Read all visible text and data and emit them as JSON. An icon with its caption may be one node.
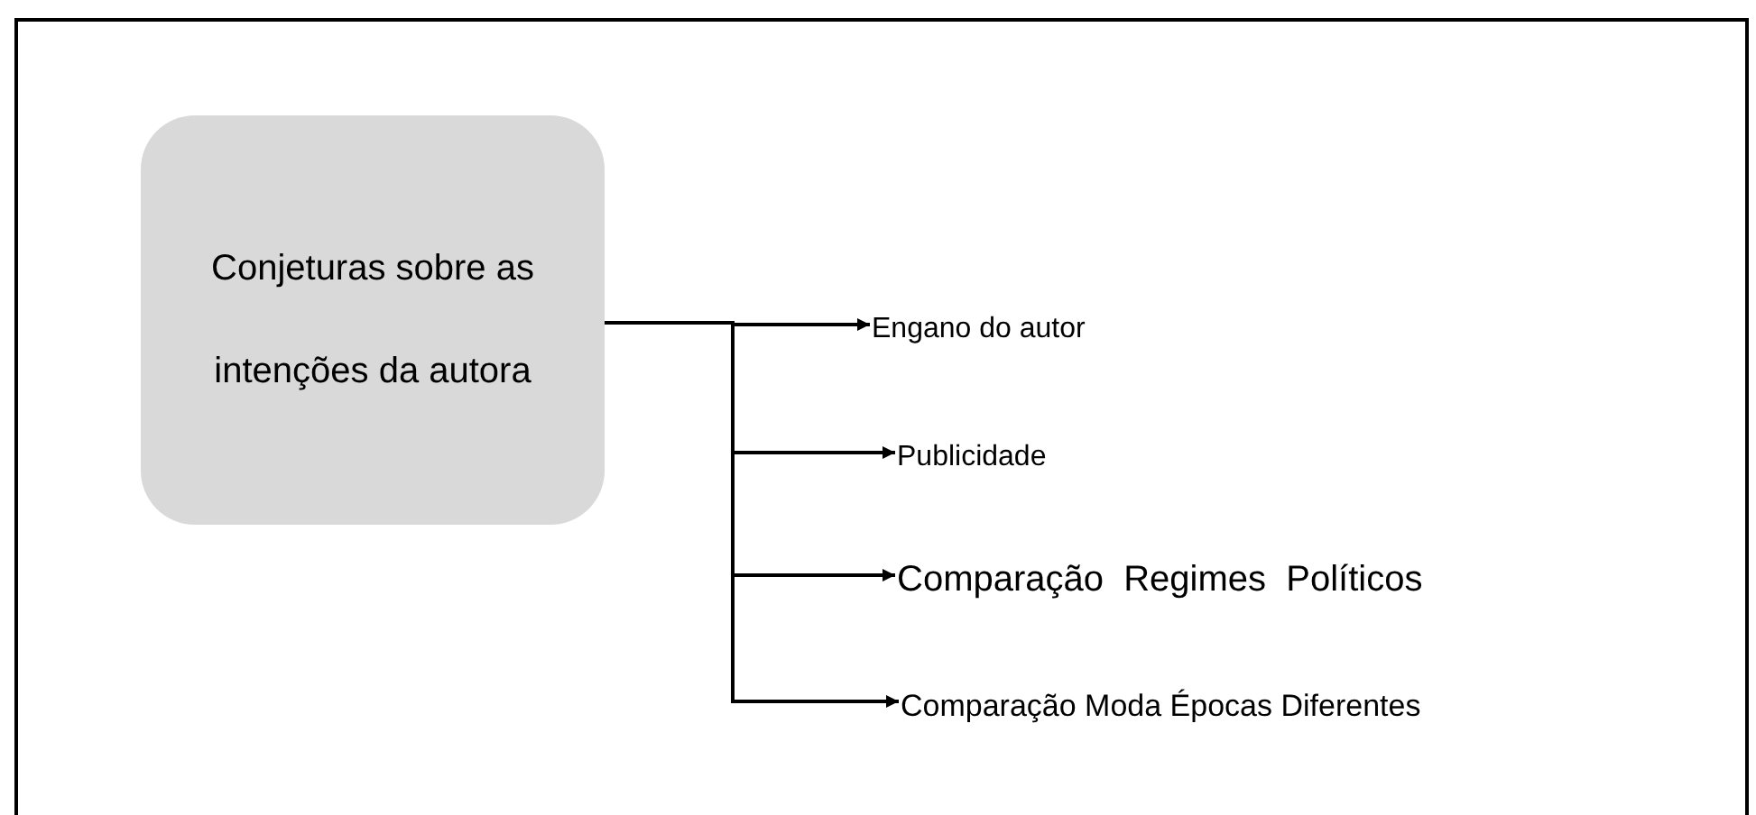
{
  "diagram": {
    "nodes": [
      {
        "text": [
          "Conjeturas sobre as intenções da autora"
        ]
      },
      {
        "text": [
          "Engano do autor"
        ]
      },
      {
        "text": [
          "Publicidade"
        ]
      },
      {
        "text": [
          "Comparação  Regimes  Políticos"
        ]
      },
      {
        "text": [
          "Comparação Moda Épocas Diferentes"
        ]
      }
    ],
    "edges": [
      {
        "from": 0,
        "to": 1,
        "arrow": "to"
      },
      {
        "from": 0,
        "to": 2,
        "arrow": "to"
      },
      {
        "from": 0,
        "to": 3,
        "arrow": "to"
      },
      {
        "from": 0,
        "to": 4,
        "arrow": "to"
      }
    ]
  }
}
